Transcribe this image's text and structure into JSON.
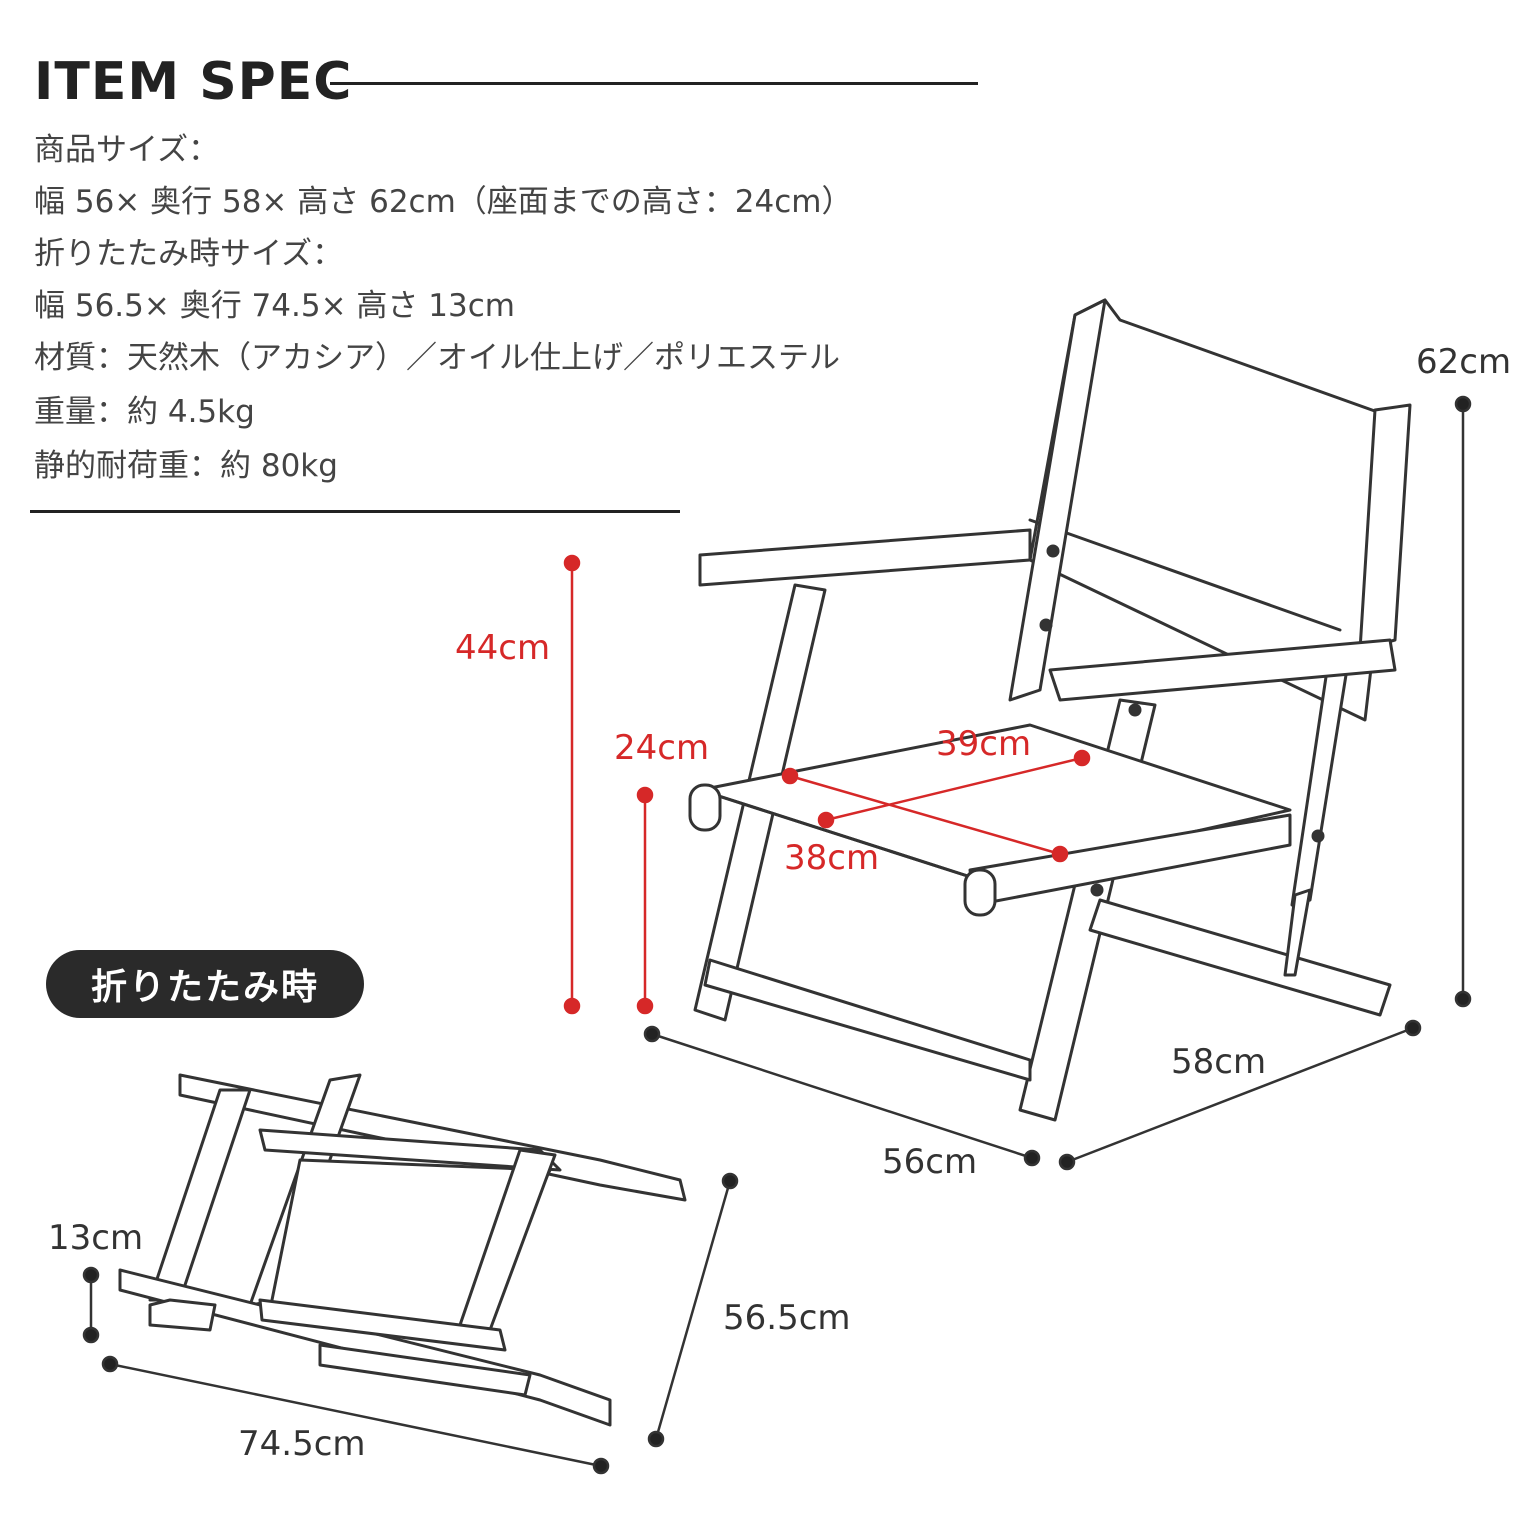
{
  "header": {
    "title": "ITEM SPEC"
  },
  "specs": [
    "商品サイズ：",
    "幅 56× 奥行 58× 高さ 62cm（座面までの高さ：24cm）",
    "折りたたみ時サイズ：",
    "幅 56.5× 奥行 74.5× 高さ 13cm",
    "材質：天然木（アカシア）／オイル仕上げ／ポリエステル",
    "重量：約 4.5kg",
    "静的耐荷重：約 80kg"
  ],
  "badge": {
    "label": "折りたたみ時"
  },
  "dimensions": {
    "height_total": "62cm",
    "armrest_height": "44cm",
    "seat_height": "24cm",
    "seat_width": "39cm",
    "seat_depth": "38cm",
    "depth": "58cm",
    "width": "56cm",
    "folded_height": "13cm",
    "folded_width": "56.5cm",
    "folded_depth": "74.5cm"
  },
  "colors": {
    "dimension_red": "#d62828",
    "dimension_black": "#333333"
  }
}
